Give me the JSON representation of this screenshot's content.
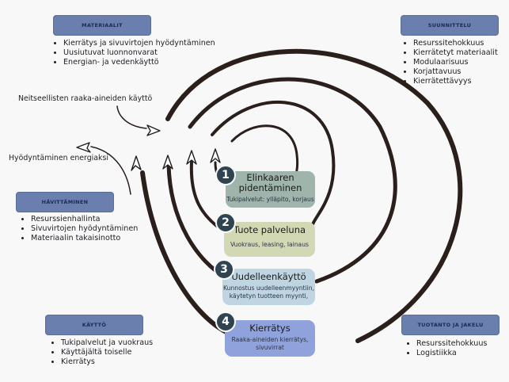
{
  "categories": {
    "materiaalit": {
      "title": "MATERIAALIT",
      "items": [
        "Kierrätys ja sivuvirtojen hyödyntäminen",
        "Uusiutuvat luonnonvarat",
        "Energian- ja vedenkäyttö"
      ]
    },
    "suunnittelu": {
      "title": "SUUNNITTELU",
      "items": [
        "Resurssitehokkuus",
        "Kierrätetyt materiaalit",
        "Modulaarisuus",
        "Korjattavuus",
        "Kierrätettävyys"
      ]
    },
    "havittaminen": {
      "title": "HÄVITTÄMINEN",
      "items": [
        "Resurssienhallinta",
        "Sivuvirtojen hyödyntäminen",
        "Materiaalin takaisinotto"
      ]
    },
    "kaytto": {
      "title": "KÄYTTÖ",
      "items": [
        "Tukipalvelut ja vuokraus",
        "Käyttäjältä toiselle",
        "Kierrätys"
      ]
    },
    "tuotanto": {
      "title": "TUOTANTO JA JAKELU",
      "items": [
        "Resurssitehokkuus",
        "Logistiikka"
      ]
    }
  },
  "labels": {
    "virgin": "Neitseellisten raaka-aineiden käyttö",
    "energy": "Hyödyntäminen energiaksi"
  },
  "steps": [
    {
      "number": "1",
      "title": "Elinkaaren pidentäminen",
      "subtitle": "Tukipalvelut: ylläpito, korjaus",
      "color": "#9fb4ab"
    },
    {
      "number": "2",
      "title": "Tuote palveluna",
      "subtitle": "Vuokraus, leasing, lainaus",
      "color": "#d3d8b4"
    },
    {
      "number": "3",
      "title": "Uudelleenkäyttö",
      "subtitle": "Kunnostus uudelleenmyyntiin, käytetyn tuotteen myynti,",
      "color": "#bfd6e2"
    },
    {
      "number": "4",
      "title": "Kierrätys",
      "subtitle": "Raaka-aineiden kierrätys, sivuvirrat",
      "color": "#8fa2dc"
    }
  ]
}
